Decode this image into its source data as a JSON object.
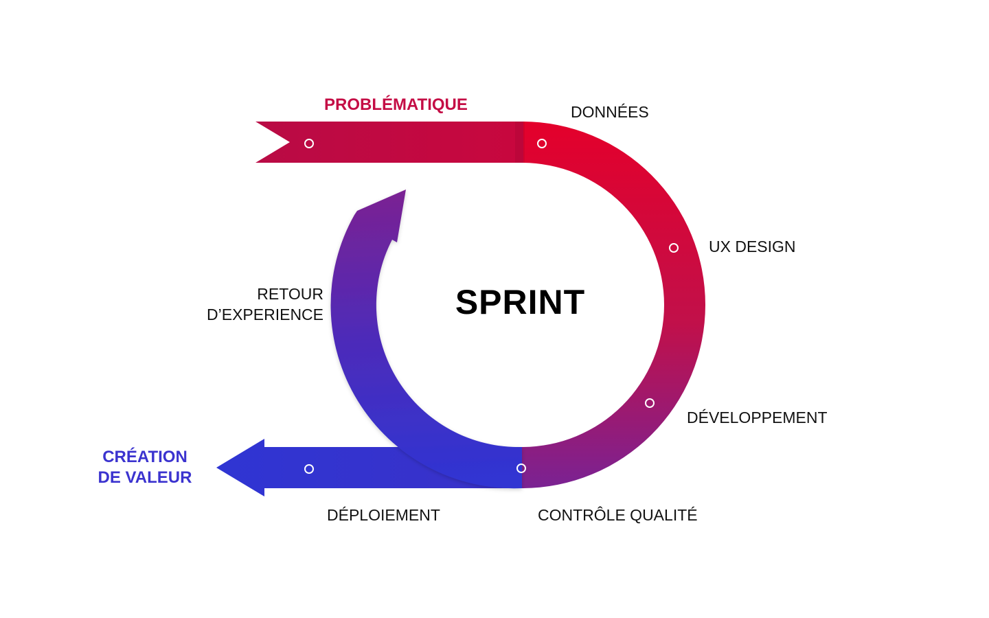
{
  "diagram": {
    "center_title": "SPRINT",
    "start_label": "PROBLÉMATIQUE",
    "end_label_lines": [
      "CRÉATION",
      "DE VALEUR"
    ],
    "steps": {
      "donnees": "DONNÉES",
      "ux_design": "UX DESIGN",
      "developpement": "DÉVELOPPEMENT",
      "controle_qualite": "CONTRÔLE QUALITÉ",
      "deploiement": "DÉPLOIEMENT",
      "retour_lines": [
        "RETOUR",
        "D’EXPERIENCE"
      ]
    },
    "colors": {
      "red": "#e4002b",
      "crimson": "#c40a40",
      "purple": "#7a2293",
      "blue": "#3034d2",
      "start_label": "#c40d45",
      "end_label": "#3b33cf",
      "text": "#111111"
    }
  }
}
